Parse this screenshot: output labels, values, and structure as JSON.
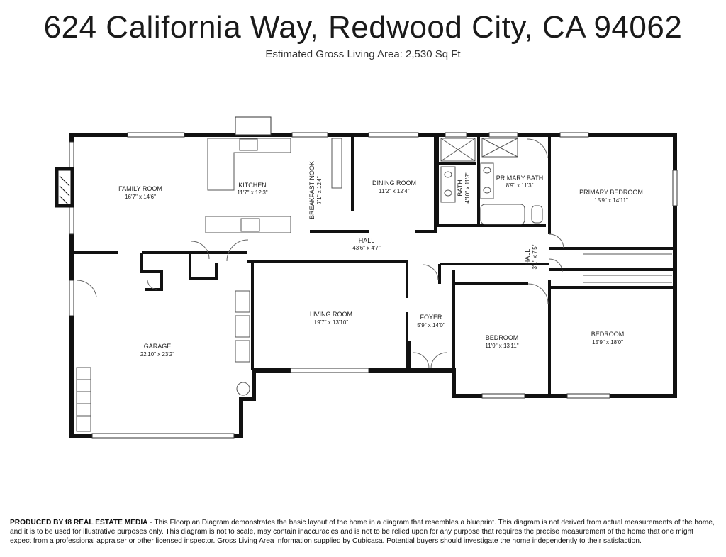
{
  "header": {
    "title": "624 California Way, Redwood City, CA 94062",
    "subtitle": "Estimated Gross Living Area: 2,530 Sq Ft"
  },
  "rooms": {
    "family_room": {
      "name": "FAMILY ROOM",
      "dim": "16'7\" x 14'6\""
    },
    "kitchen": {
      "name": "KITCHEN",
      "dim": "11'7\" x 12'3\""
    },
    "breakfast_nook": {
      "name": "BREAKFAST NOOK",
      "dim": "7'1\" x 12'4\""
    },
    "dining_room": {
      "name": "DINING ROOM",
      "dim": "11'2\" x 12'4\""
    },
    "bath": {
      "name": "BATH",
      "dim": "4'10\" x 11'3\""
    },
    "primary_bath": {
      "name": "PRIMARY BATH",
      "dim": "8'9\" x 11'3\""
    },
    "primary_bedroom": {
      "name": "PRIMARY BEDROOM",
      "dim": "15'9\" x 14'11\""
    },
    "hall_main": {
      "name": "HALL",
      "dim": "43'6\" x 4'7\""
    },
    "hall_side": {
      "name": "HALL",
      "dim": "3'1\" x 7'5\""
    },
    "living_room": {
      "name": "LIVING ROOM",
      "dim": "19'7\" x 13'10\""
    },
    "foyer": {
      "name": "FOYER",
      "dim": "5'9\" x 14'0\""
    },
    "bedroom_1": {
      "name": "BEDROOM",
      "dim": "11'9\" x 13'11\""
    },
    "bedroom_2": {
      "name": "BEDROOM",
      "dim": "15'9\" x 18'0\""
    },
    "garage": {
      "name": "GARAGE",
      "dim": "22'10\" x 23'2\""
    }
  },
  "footer": {
    "producer": "PRODUCED BY f8 REAL ESTATE MEDIA",
    "text": " - This Floorplan Diagram demonstrates the basic layout of the home in a diagram that resembles a blueprint. This diagram is not derived from actual measurements of the home, and it is to be used for illustrative purposes only. This diagram is not to scale, may contain inaccuracies and is not to be relied upon for any purpose that requires the precise measurement of the home that one might expect from a professional appraiser or other licensed inspector. Gross Living Area information supplied by Cubicasa. Potential buyers should investigate the home independently to their satisfaction."
  }
}
